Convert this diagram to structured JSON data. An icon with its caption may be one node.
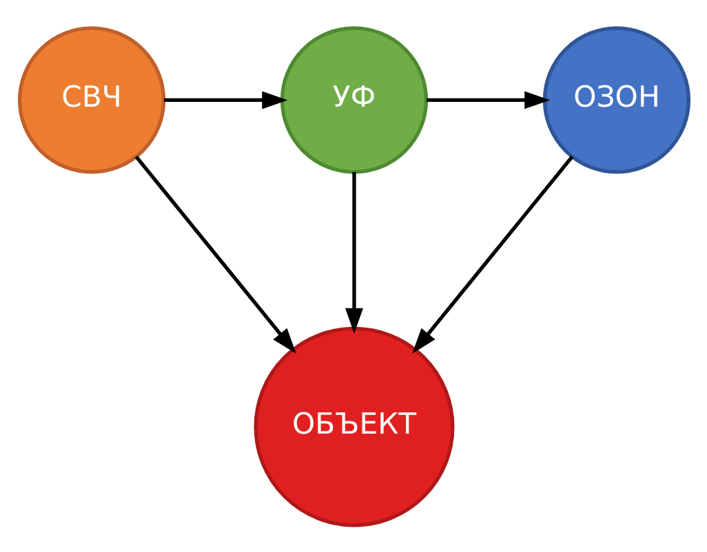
{
  "diagram": {
    "nodes": [
      {
        "text": [
          "СВЧ"
        ]
      },
      {
        "text": [
          "УФ"
        ]
      },
      {
        "text": [
          "ОЗОН"
        ]
      },
      {
        "text": [
          "ОБЪЕКТ"
        ]
      }
    ],
    "edges": [
      {
        "from": 0,
        "to": 1,
        "arrow": "to"
      },
      {
        "from": 1,
        "to": 2,
        "arrow": "to"
      },
      {
        "from": 0,
        "to": 3,
        "arrow": "to"
      },
      {
        "from": 1,
        "to": 3,
        "arrow": "to"
      },
      {
        "from": 2,
        "to": 3,
        "arrow": "to"
      }
    ]
  }
}
